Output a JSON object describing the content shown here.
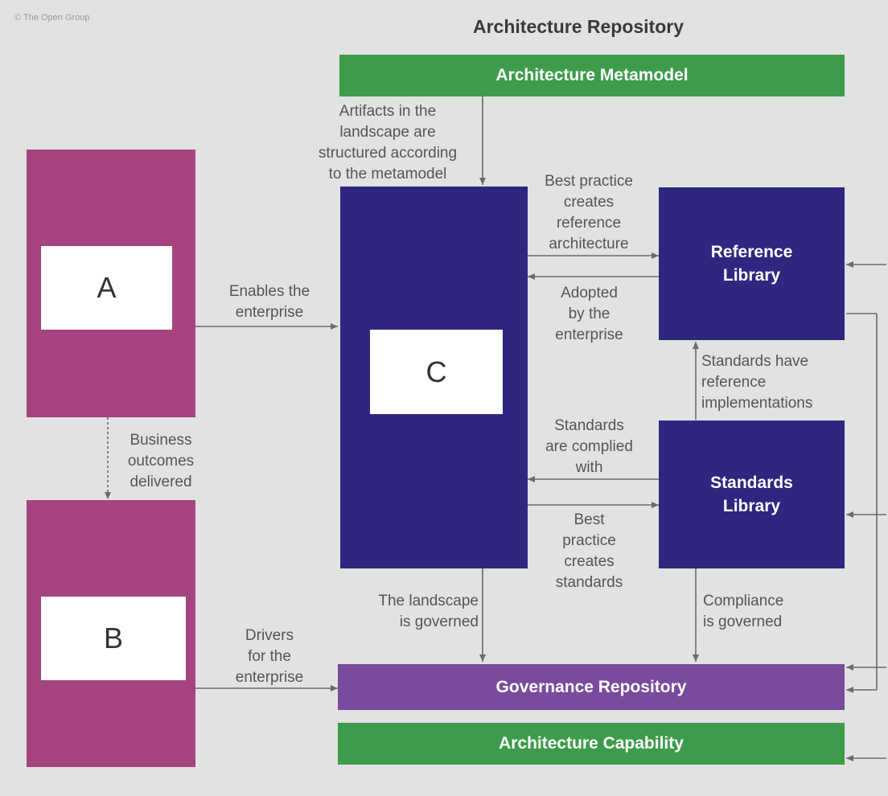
{
  "copyright": "© The Open Group",
  "title": "Architecture Repository",
  "bars": {
    "metamodel": "Architecture Metamodel",
    "governance": "Governance Repository",
    "capability": "Architecture Capability"
  },
  "boxes": {
    "a": "A",
    "b": "B",
    "c": "C",
    "reference_library": "Reference\nLibrary",
    "standards_library": "Standards\nLibrary"
  },
  "annotations": {
    "artifacts": "Artifacts in the\nlandscape are\nstructured according\nto the metamodel",
    "enables": "Enables the\nenterprise",
    "business_outcomes": "Business\noutcomes\ndelivered",
    "drivers": "Drivers\nfor the\nenterprise",
    "best_practice_ref": "Best practice\ncreates\nreference\narchitecture",
    "adopted": "Adopted\nby the\nenterprise",
    "standards_ref_impl": "Standards have\nreference\nimplementations",
    "standards_complied": "Standards\nare complied\nwith",
    "best_practice_std": "Best\npractice\ncreates\nstandards",
    "landscape_governed": "The landscape\nis governed",
    "compliance_governed": "Compliance\nis governed"
  },
  "colors": {
    "magenta": "#a5447e",
    "navy": "#2f2680",
    "green": "#3d9c4b",
    "purple": "#7a4a9c",
    "background": "#e2e2e2"
  }
}
